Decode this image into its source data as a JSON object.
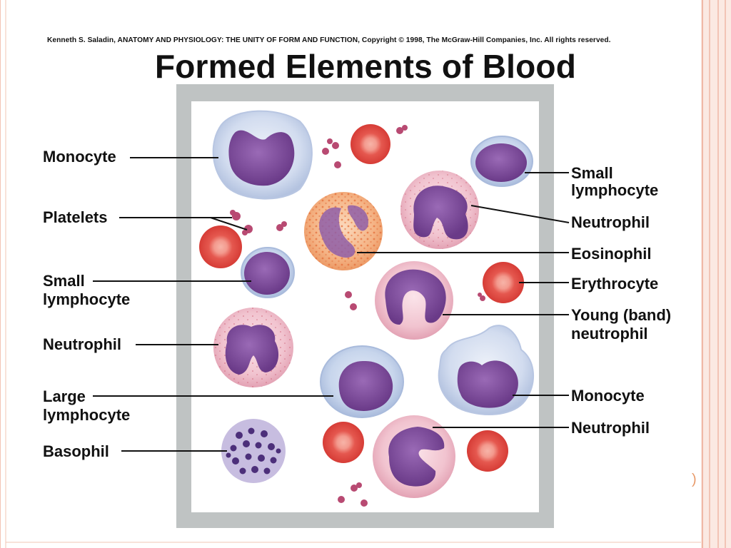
{
  "credit": "Kenneth S. Saladin, ANATOMY AND PHYSIOLOGY: THE UNITY OF FORM AND FUNCTION, Copyright © 1998, The McGraw-Hill Companies, Inc.  All rights reserved.",
  "title": "Formed Elements of Blood",
  "labels_left": {
    "monocyte": "Monocyte",
    "platelets": "Platelets",
    "small_lymphocyte_1": "Small",
    "small_lymphocyte_2": "lymphocyte",
    "neutrophil": "Neutrophil",
    "large_lymphocyte_1": "Large",
    "large_lymphocyte_2": "lymphocyte",
    "basophil": "Basophil"
  },
  "labels_right": {
    "small_lymphocyte_1": "Small",
    "small_lymphocyte_2": "lymphocyte",
    "neutrophil_top": "Neutrophil",
    "eosinophil": "Eosinophil",
    "erythrocyte": "Erythrocyte",
    "band_neutrophil_1": "Young (band)",
    "band_neutrophil_2": "neutrophil",
    "monocyte": "Monocyte",
    "neutrophil_bottom": "Neutrophil"
  },
  "colors": {
    "frame": "#bfc3c3",
    "rbc": "#e8524a",
    "nucleus": "#7a4a9a",
    "neutrophil_cyto": "#f2c8d2",
    "lymph_cyto": "#c9d6ec",
    "eosinophil_cyto": "#f6b98a",
    "slide_border": "#f2c4b4"
  }
}
